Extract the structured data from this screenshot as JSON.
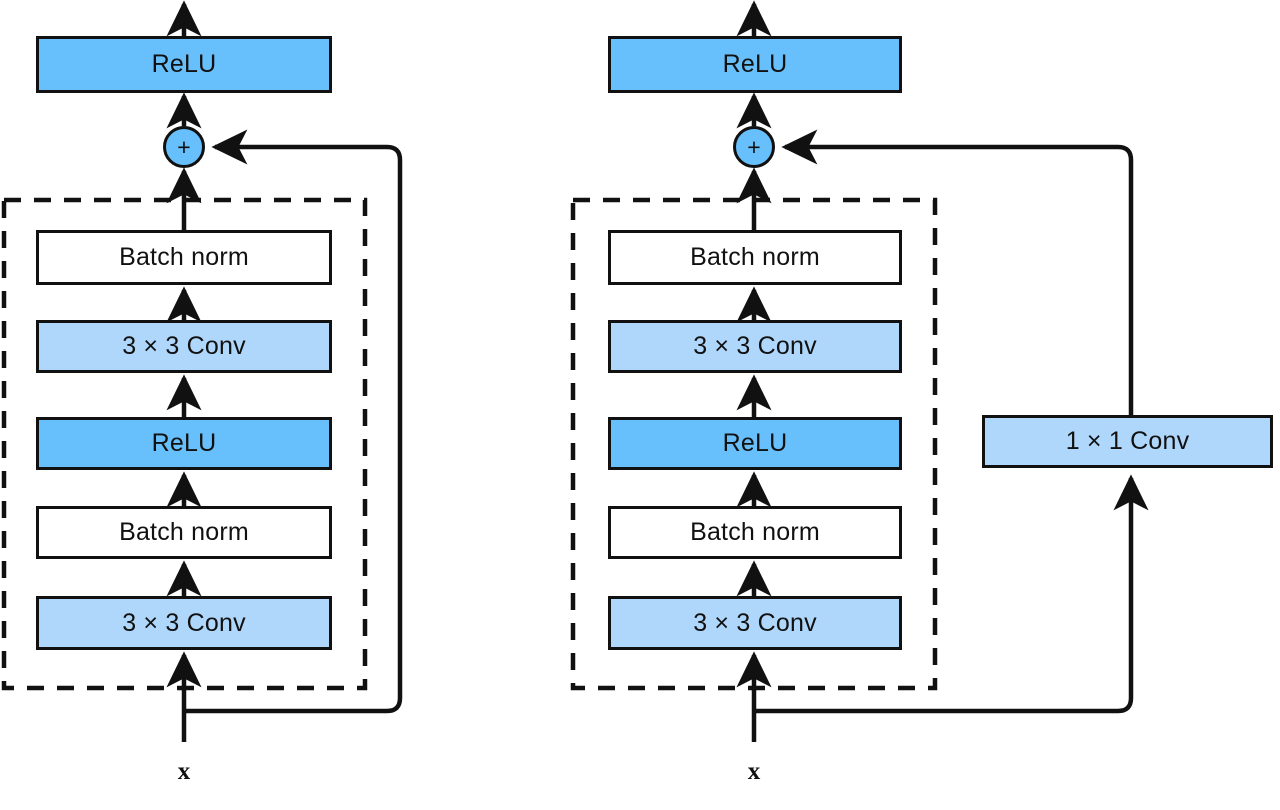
{
  "figure": {
    "kind": "residual-block-diagram",
    "background_color": "#ffffff",
    "stroke_color": "#111111",
    "colors": {
      "relu_bright_blue": "#67BFFC",
      "conv_light_blue": "#AFD7FB",
      "batchnorm_white": "#ffffff",
      "line_black": "#111111"
    }
  },
  "left_block": {
    "name": "residual-block-identity-shortcut",
    "input_label": "x",
    "output_relu": "ReLU",
    "sum_symbol": "+",
    "layers": [
      {
        "label": "Batch norm",
        "style": "white"
      },
      {
        "label": "3 × 3 Conv",
        "style": "lite"
      },
      {
        "label": "ReLU",
        "style": "bright"
      },
      {
        "label": "Batch norm",
        "style": "white"
      },
      {
        "label": "3 × 3 Conv",
        "style": "lite"
      }
    ]
  },
  "right_block": {
    "name": "residual-block-projection-shortcut",
    "input_label": "x",
    "output_relu": "ReLU",
    "sum_symbol": "+",
    "layers": [
      {
        "label": "Batch norm",
        "style": "white"
      },
      {
        "label": "3 × 3 Conv",
        "style": "lite"
      },
      {
        "label": "ReLU",
        "style": "bright"
      },
      {
        "label": "Batch norm",
        "style": "white"
      },
      {
        "label": "3 × 3 Conv",
        "style": "lite"
      }
    ],
    "shortcut_layer": {
      "label": "1 × 1 Conv",
      "style": "lite"
    }
  }
}
